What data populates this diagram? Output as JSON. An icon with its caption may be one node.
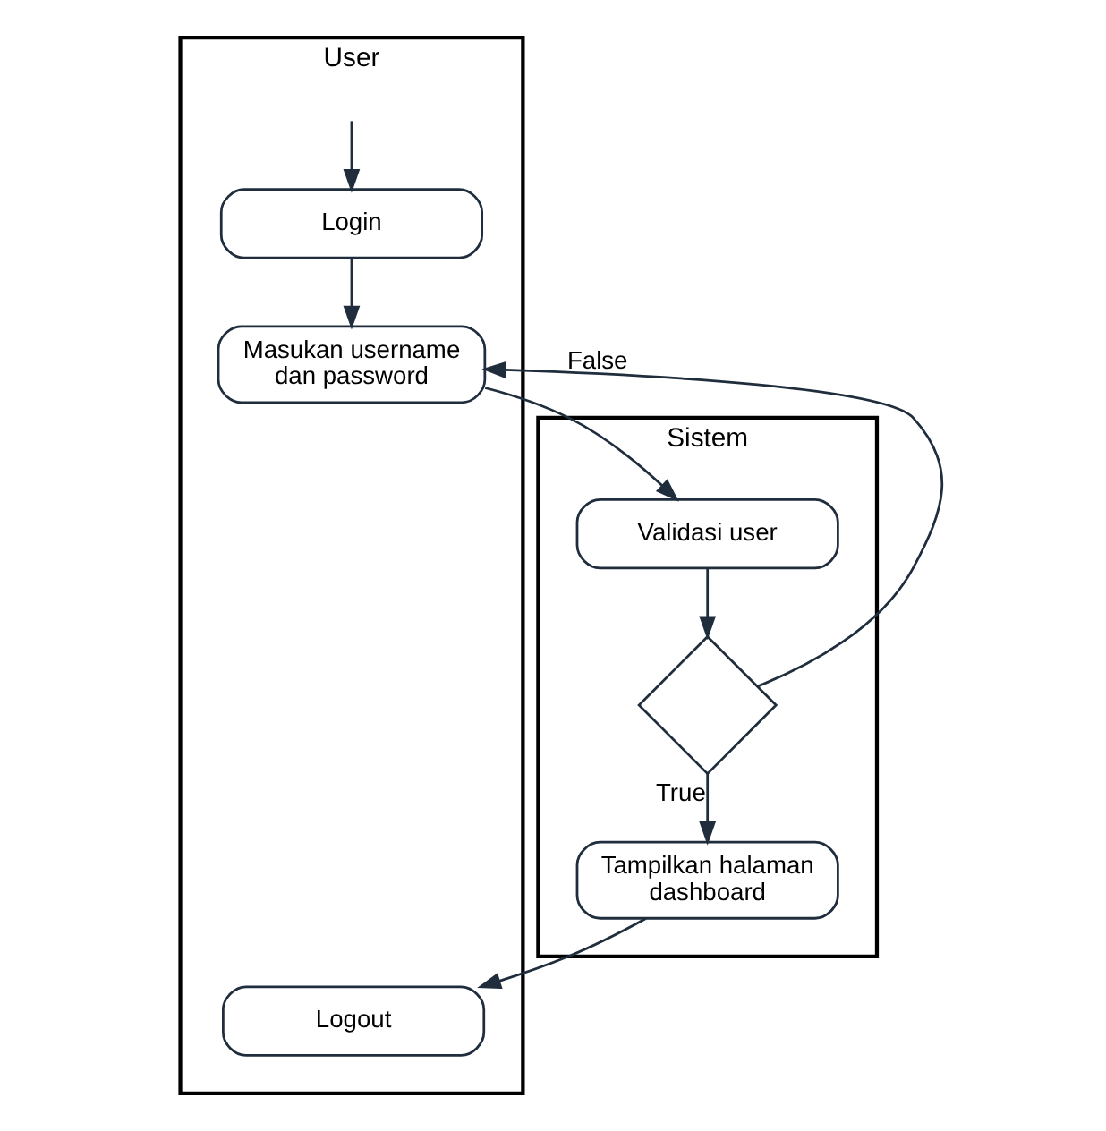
{
  "diagram": {
    "nodes": [
      {
        "text": [
          "User"
        ]
      },
      {
        "text": [
          "Sistem"
        ]
      },
      {
        "text": [
          "Login"
        ],
        "in": 0
      },
      {
        "text": [
          "Masukan username dan password"
        ],
        "in": 0
      },
      {
        "text": [
          "Validasi user"
        ],
        "in": 1
      },
      {
        "text": [],
        "shape": "diamond",
        "in": 1
      },
      {
        "text": [
          "Tampilkan halaman dashboard"
        ],
        "in": 1
      },
      {
        "text": [
          "Logout"
        ],
        "in": 0
      }
    ],
    "edges": [
      {
        "from": null,
        "to": 2,
        "arrow": "to"
      },
      {
        "from": 2,
        "to": 3,
        "arrow": "to"
      },
      {
        "from": 3,
        "to": 4,
        "arrow": "to"
      },
      {
        "from": 4,
        "to": 5,
        "arrow": "to"
      },
      {
        "from": 5,
        "to": 3,
        "arrow": "to",
        "label": "False"
      },
      {
        "from": 5,
        "to": 6,
        "arrow": "to",
        "label": "True"
      },
      {
        "from": 6,
        "to": 7,
        "arrow": "to"
      }
    ]
  }
}
